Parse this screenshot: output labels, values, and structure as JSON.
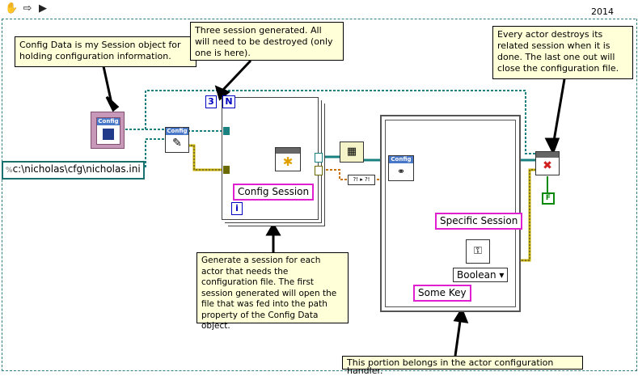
{
  "toolbar": {
    "icons": [
      "hand-icon",
      "arrow-icon",
      "run-icon"
    ],
    "version": "2014"
  },
  "notes": {
    "config_data": "Config Data is my Session object for holding configuration information.",
    "three_sessions": "Three session generated.  All will need to be destroyed (only one is here).",
    "every_actor": "Every actor destroys its related session when it is done.  The last one out will close the configuration file.",
    "generate_session": "Generate a session for each actor that needs the configuration file. The first session generated will open the file that was fed into the path property of the Config Data object.",
    "actor_handler": "This portion belongs in the actor configuration handler."
  },
  "controls": {
    "path_value": "c:\\nicholas\\cfg\\nicholas.ini",
    "path_prefix": "%"
  },
  "labels": {
    "config_session": "Config Session",
    "specific_session": "Specific Session",
    "some_key": "Some Key",
    "boolean": "Boolean"
  },
  "nodes": {
    "config_tag": "Config",
    "loop_count": "3",
    "loop_n": "N",
    "loop_i": "i",
    "false_const": "F",
    "convert_label": "?! ▸ ?!"
  },
  "colors": {
    "wire_teal": "#1a8080",
    "wire_yellow": "#c8b000",
    "label_border": "#e020d0",
    "note_bg": "#ffffd8"
  }
}
